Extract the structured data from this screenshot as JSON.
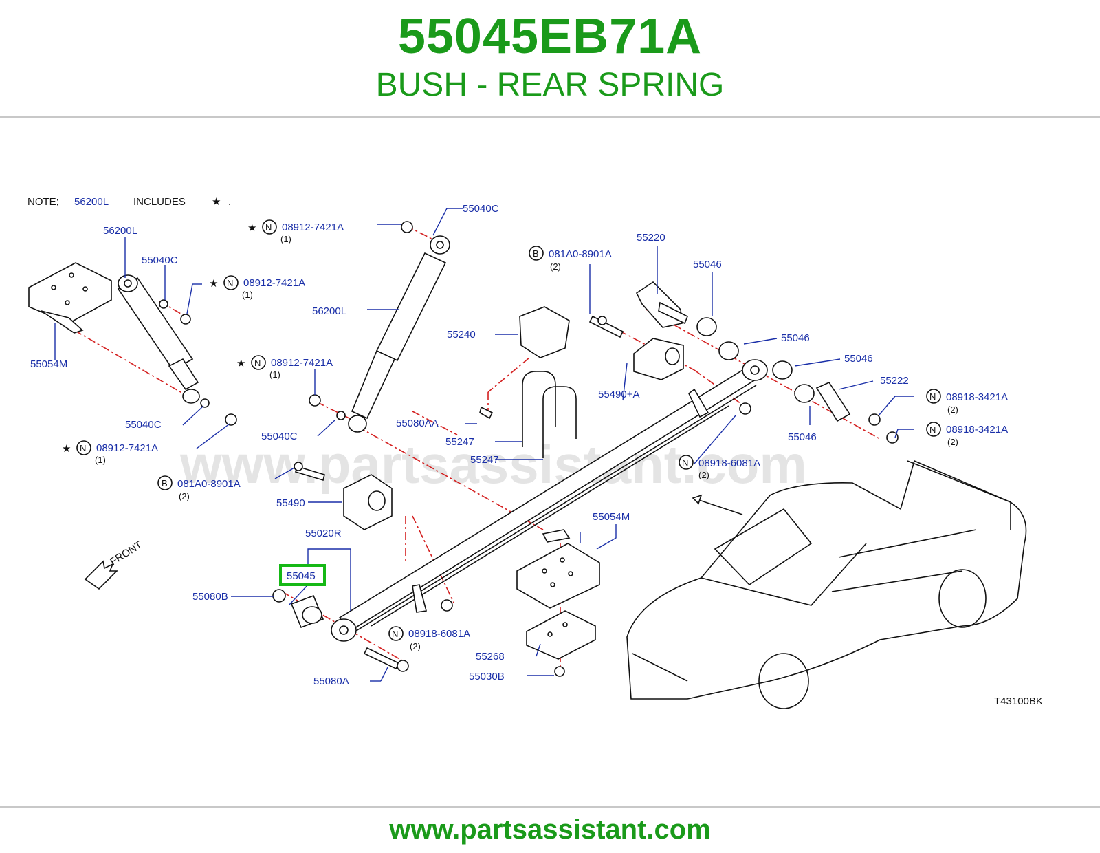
{
  "header": {
    "part_number": "55045EB71A",
    "part_name": "BUSH - REAR SPRING"
  },
  "diagram": {
    "note": {
      "prefix": "NOTE;",
      "part": "56200L",
      "includes": "INCLUDES",
      "star": "★",
      "end": "."
    },
    "watermark": "www.partsassistant.com",
    "front_label": "FRONT",
    "diagram_code": "T43100BK",
    "symbols": {
      "star": "★",
      "nut": "N",
      "bolt": "B"
    },
    "callouts": {
      "c55040c_top": "55040C",
      "n08912_top": "08912-7421A",
      "n08912_top_qty": "(1)",
      "c56200l_a": "56200L",
      "c55040c_a": "55040C",
      "n08912_a": "08912-7421A",
      "n08912_a_qty": "(1)",
      "c55054m_a": "55054M",
      "c56200l_b": "56200L",
      "n08912_b": "08912-7421A",
      "n08912_b_qty": "(1)",
      "c55040c_b": "55040C",
      "c55040c_c": "55040C",
      "n08912_c": "08912-7421A",
      "n08912_c_qty": "(1)",
      "b081a0_a": "081A0-8901A",
      "b081a0_a_qty": "(2)",
      "c55490": "55490",
      "c55020r": "55020R",
      "c55045": "55045",
      "c55080b": "55080B",
      "c55080a": "55080A",
      "n08918_6081_a": "08918-6081A",
      "n08918_6081_a_qty": "(2)",
      "b081a0_b": "081A0-8901A",
      "b081a0_b_qty": "(2)",
      "c55240": "55240",
      "c55080aa": "55080AA",
      "c55247_a": "55247",
      "c55247_b": "55247",
      "c55054m_b": "55054M",
      "c55268": "55268",
      "c55030b": "55030B",
      "c55220": "55220",
      "c55046_a": "55046",
      "c55046_b": "55046",
      "c55046_c": "55046",
      "c55046_d": "55046",
      "c55490plus": "55490+A",
      "c55222": "55222",
      "n08918_3421_a": "08918-3421A",
      "n08918_3421_a_qty": "(2)",
      "n08918_3421_b": "08918-3421A",
      "n08918_3421_b_qty": "(2)",
      "n08918_6081_b": "08918-6081A",
      "n08918_6081_b_qty": "(2)"
    }
  },
  "footer": {
    "url": "www.partsassistant.com"
  },
  "colors": {
    "title_green": "#1a9a1a",
    "label_blue": "#1a2fa8",
    "centerline_red": "#d42020",
    "highlight_green": "#16b816"
  }
}
